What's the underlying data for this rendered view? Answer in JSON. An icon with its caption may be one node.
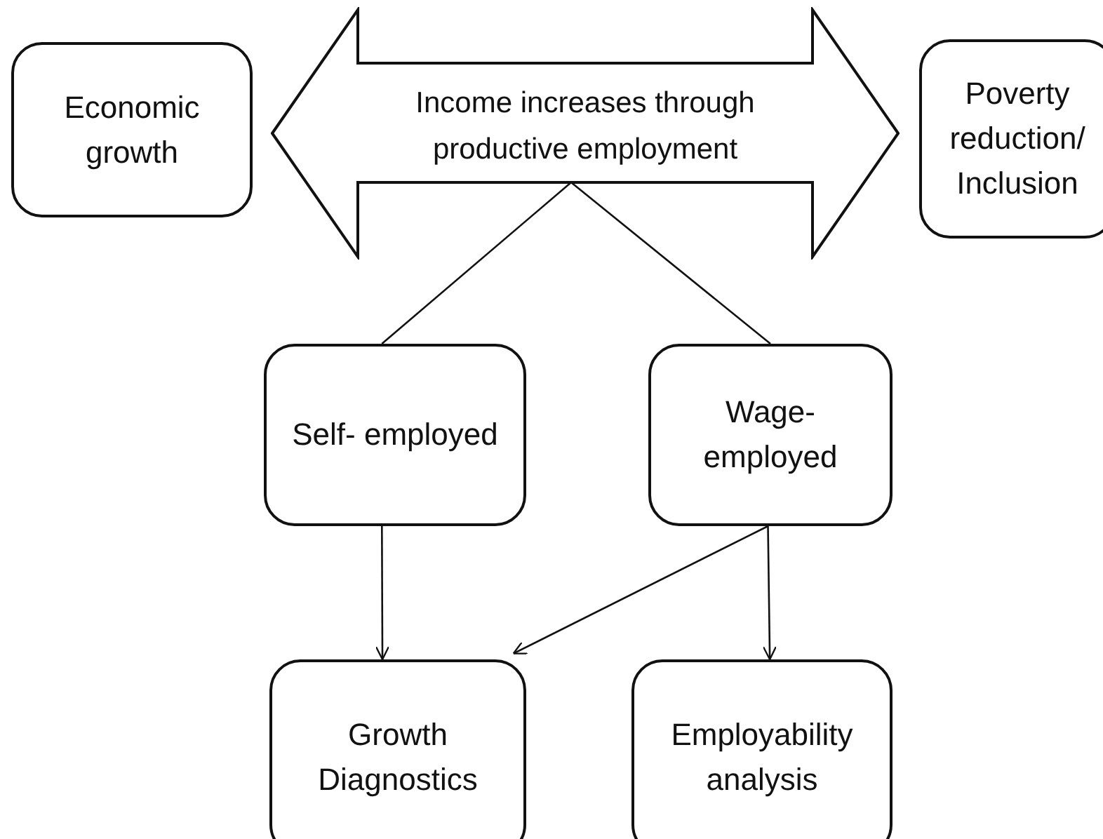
{
  "diagram": {
    "nodes": [
      {
        "text": [
          "Economic growth"
        ]
      },
      {
        "text": [
          "Income increases through productive employment"
        ]
      },
      {
        "text": [
          "Poverty reduction/ Inclusion"
        ]
      },
      {
        "text": [
          "Self- employed"
        ]
      },
      {
        "text": [
          "Wage- employed"
        ]
      },
      {
        "text": [
          "Growth Diagnostics"
        ]
      },
      {
        "text": [
          "Employability analysis"
        ]
      }
    ],
    "edges": [
      {
        "from": 1,
        "to": 3,
        "arrow": "none"
      },
      {
        "from": 1,
        "to": 4,
        "arrow": "none"
      },
      {
        "from": 3,
        "to": 5,
        "arrow": "to"
      },
      {
        "from": 4,
        "to": 5,
        "arrow": "to"
      },
      {
        "from": 4,
        "to": 6,
        "arrow": "to"
      }
    ]
  }
}
